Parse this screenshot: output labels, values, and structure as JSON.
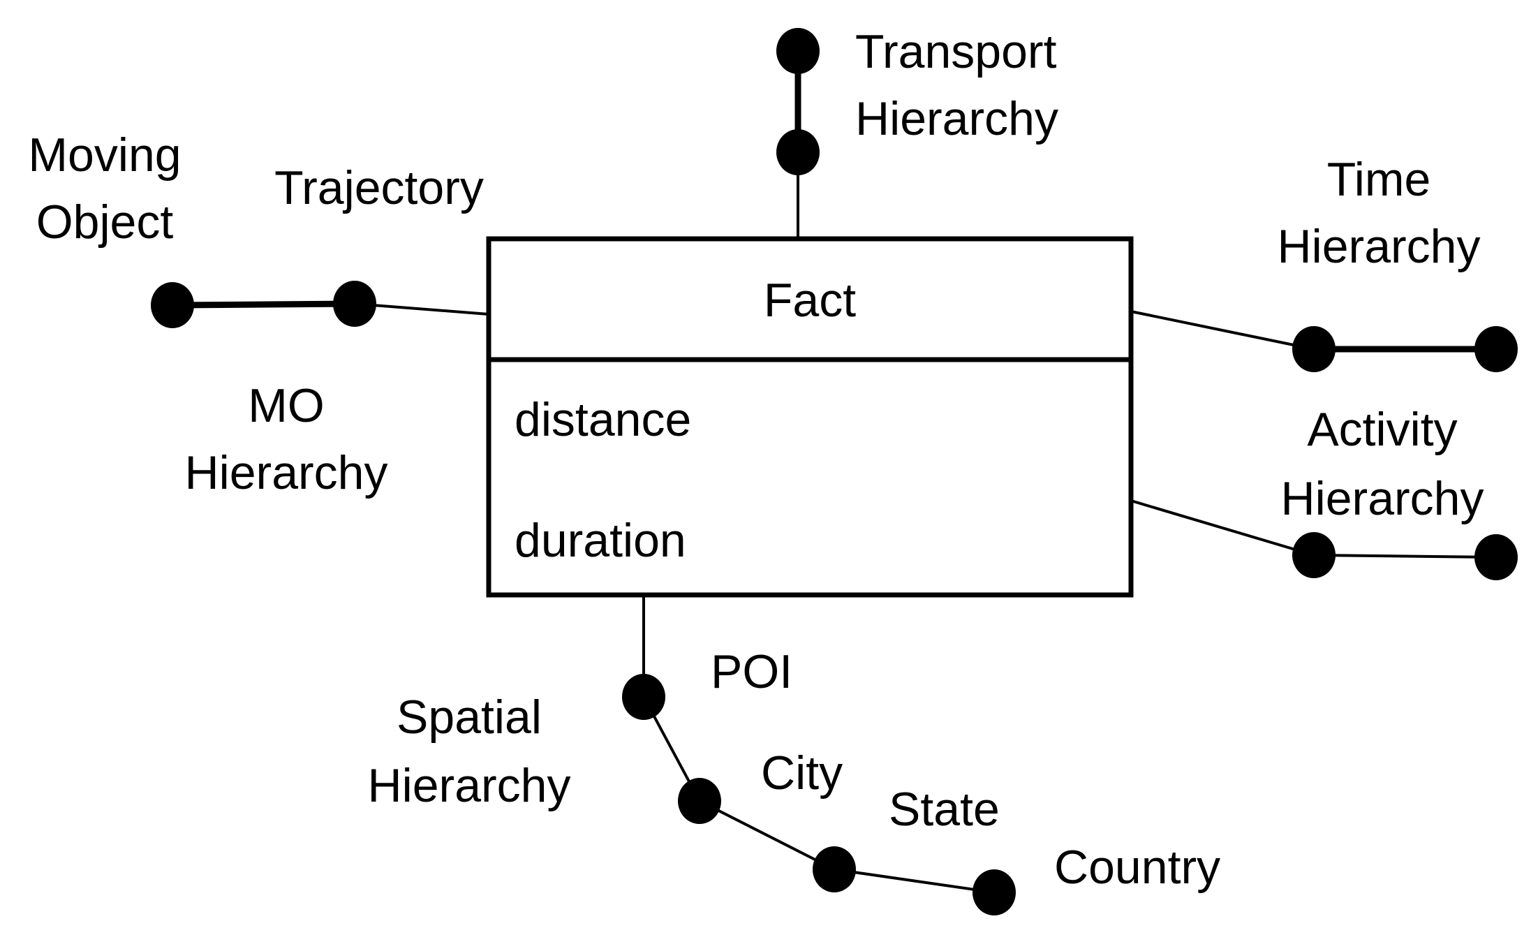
{
  "fact": {
    "title": "Fact",
    "measures": [
      "distance",
      "duration"
    ]
  },
  "labels": {
    "transport_line1": "Transport",
    "transport_line2": "Hierarchy",
    "moving_object_line1": "Moving",
    "moving_object_line2": "Object",
    "trajectory": "Trajectory",
    "mo_hierarchy_line1": "MO",
    "mo_hierarchy_line2": "Hierarchy",
    "time_line1": "Time",
    "time_line2": "Hierarchy",
    "activity_line1": "Activity",
    "activity_line2": "Hierarchy",
    "poi": "POI",
    "spatial_line1": "Spatial",
    "spatial_line2": "Hierarchy",
    "city": "City",
    "state": "State",
    "country": "Country"
  }
}
